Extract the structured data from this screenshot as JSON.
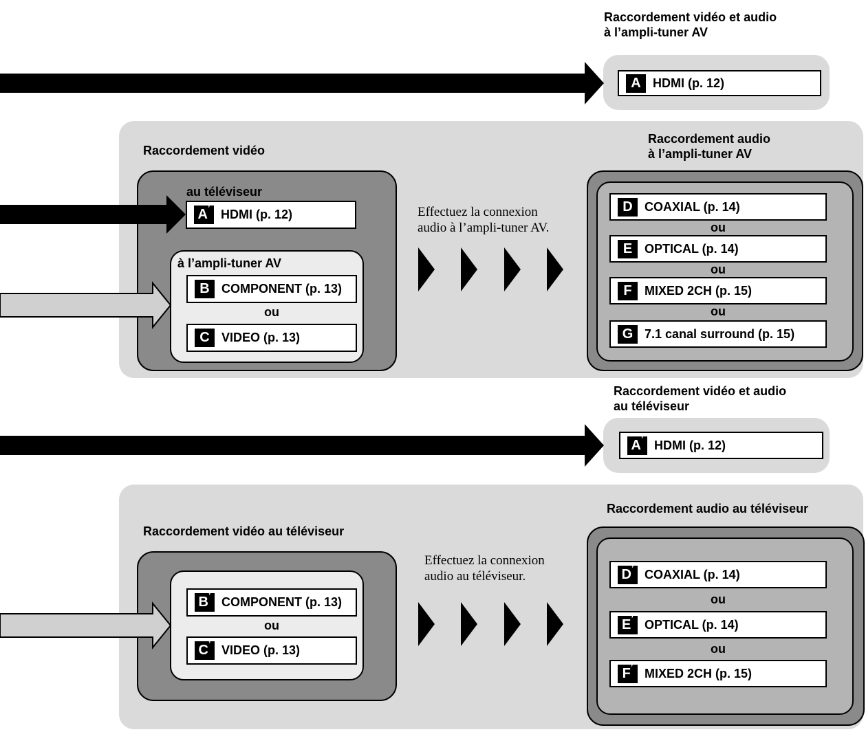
{
  "section1": {
    "heading_line1": "Raccordement vidéo et audio",
    "heading_line2": "à l’ampli-tuner AV",
    "hdmi": {
      "badge": "A",
      "label": "HDMI (p. 12)"
    }
  },
  "section2": {
    "video_heading": "Raccordement vidéo",
    "tv_label": "au téléviseur",
    "tv_hdmi": {
      "badge": "A",
      "prime": "’",
      "label": "HDMI (p. 12)"
    },
    "av_label": "à l’ampli-tuner AV",
    "component": {
      "badge": "B",
      "label": "COMPONENT (p. 13)"
    },
    "video": {
      "badge": "C",
      "label": "VIDEO (p. 13)"
    },
    "ou": "ou",
    "note_line1": "Effectuez la connexion",
    "note_line2": "audio à l’ampli-tuner AV.",
    "audio_heading_line1": "Raccordement audio",
    "audio_heading_line2": "à l’ampli-tuner AV",
    "audio_items": [
      {
        "badge": "D",
        "label": "COAXIAL (p. 14)"
      },
      {
        "badge": "E",
        "label": "OPTICAL (p. 14)"
      },
      {
        "badge": "F",
        "label": "MIXED 2CH (p. 15)"
      },
      {
        "badge": "G",
        "label": "7.1 canal surround (p. 15)"
      }
    ]
  },
  "section3": {
    "heading_line1": "Raccordement vidéo et audio",
    "heading_line2": "au téléviseur",
    "hdmi": {
      "badge": "A",
      "prime": "’",
      "label": "HDMI (p. 12)"
    }
  },
  "section4": {
    "video_heading": "Raccordement vidéo au téléviseur",
    "component": {
      "badge": "B",
      "prime": "’",
      "label": "COMPONENT (p. 13)"
    },
    "video": {
      "badge": "C",
      "prime": "’",
      "label": "VIDEO (p. 13)"
    },
    "ou": "ou",
    "note_line1": "Effectuez la connexion",
    "note_line2": "audio au téléviseur.",
    "audio_heading": "Raccordement audio au téléviseur",
    "audio_items": [
      {
        "badge": "D",
        "prime": "’",
        "label": "COAXIAL (p. 14)"
      },
      {
        "badge": "E",
        "prime": "’",
        "label": "OPTICAL (p. 14)"
      },
      {
        "badge": "F",
        "prime": "’",
        "label": "MIXED 2CH (p. 15)"
      }
    ]
  },
  "colors": {
    "panel_light": "#dadada",
    "panel_dark": "#8a8a8a",
    "panel_inner": "#b4b4b4",
    "arrow_black": "#000000",
    "arrow_outline_fill": "#d0d0d0"
  }
}
